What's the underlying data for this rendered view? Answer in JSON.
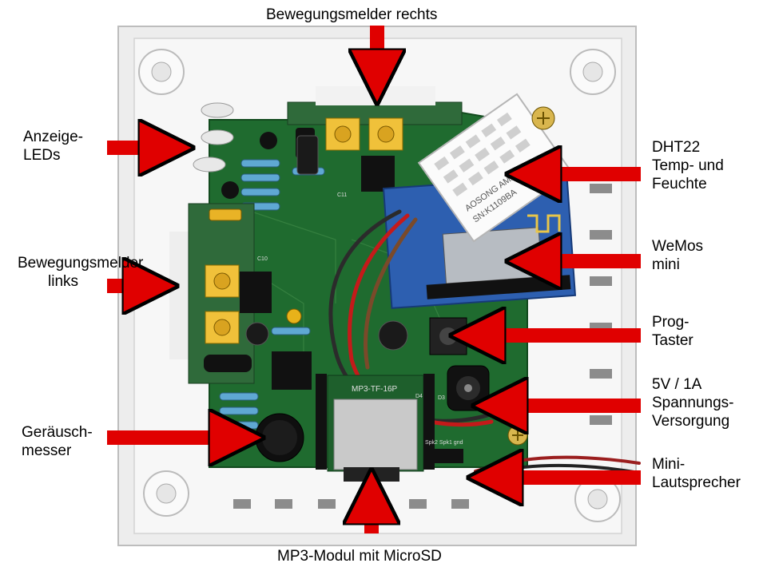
{
  "labels": {
    "motion_right": "Bewegungsmelder rechts",
    "leds": [
      "Anzeige-",
      "LEDs"
    ],
    "motion_left": [
      "Bewegungsmelder",
      "links"
    ],
    "dht22": [
      "DHT22",
      "Temp- und",
      "Feuchte"
    ],
    "wemos": [
      "WeMos",
      "mini"
    ],
    "prog": [
      "Prog-",
      "Taster"
    ],
    "power": [
      "5V / 1A",
      "Spannungs-",
      "Versorgung"
    ],
    "noise": [
      "Geräusch-",
      "messer"
    ],
    "speaker": [
      "Mini-",
      "Lautsprecher"
    ],
    "mp3": "MP3-Modul mit MicroSD"
  },
  "pcb_text": {
    "sensor_print": [
      "AOSONG AM2302",
      "SN:K1109BA"
    ],
    "mp3_print": "MP3-TF-16P",
    "board_marks": [
      "C11",
      "C9",
      "C10",
      "D3",
      "D4",
      "Spk2 Spk1 gnd"
    ]
  },
  "colors": {
    "arrow": "#e00000",
    "pcb": "#1f6b2f",
    "enclosure": "#f2f2f2",
    "wemos": "#2d5fb0"
  }
}
